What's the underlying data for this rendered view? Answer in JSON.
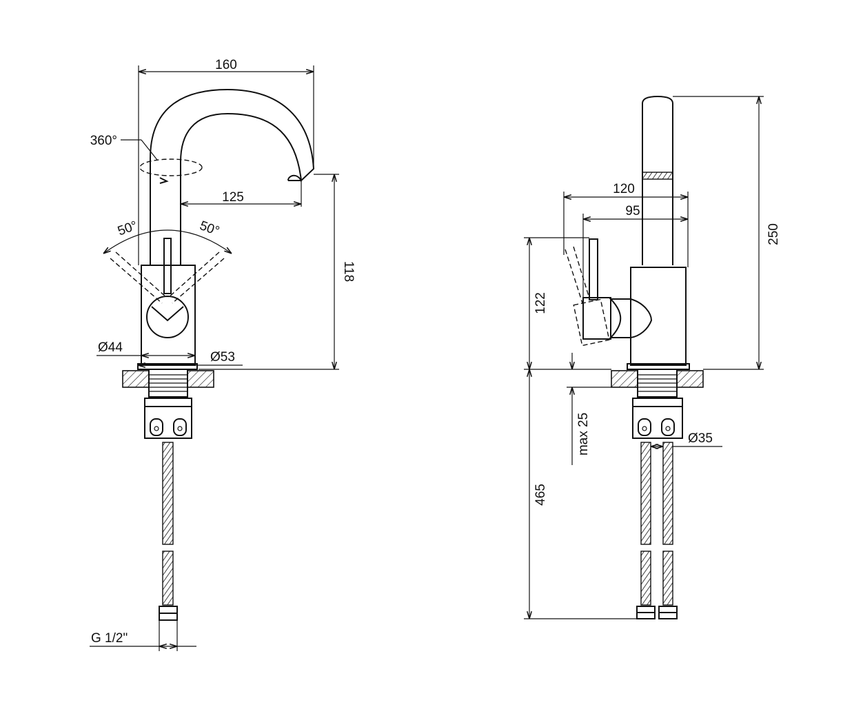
{
  "front_view": {
    "dim_width": "160",
    "rotation": "360°",
    "dim_spout_reach": "125",
    "angle_left": "50°",
    "angle_right": "50°",
    "dim_height": "118",
    "dia_body": "Ø44",
    "dia_base": "Ø53",
    "connection": "G 1/2\""
  },
  "side_view": {
    "dim_120": "120",
    "dim_95": "95",
    "dim_250": "250",
    "dim_122": "122",
    "dim_max25": "max 25",
    "dim_465": "465",
    "dia_thread": "Ø35"
  }
}
